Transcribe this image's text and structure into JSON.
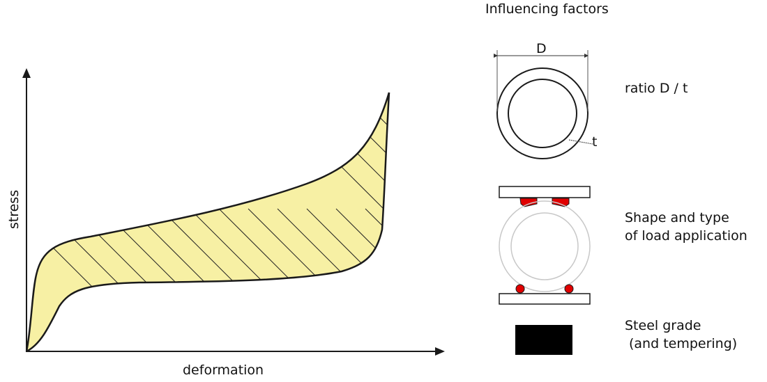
{
  "diagram": {
    "heading": "Influencing factors",
    "axes": {
      "x_label": "deformation",
      "y_label": "stress"
    },
    "factors": [
      {
        "label": "ratio D / t",
        "dimension_labels": [
          "D",
          "t"
        ]
      },
      {
        "label_line1": "Shape and type",
        "label_line2": "of load application"
      },
      {
        "label_line1": "Steel grade",
        "label_line2": "(and tempering)"
      }
    ],
    "colors": {
      "band_fill": "#f7f0a4",
      "outline": "#1a1a1a",
      "contact_red": "#e00000",
      "steel_block": "#000000"
    }
  }
}
